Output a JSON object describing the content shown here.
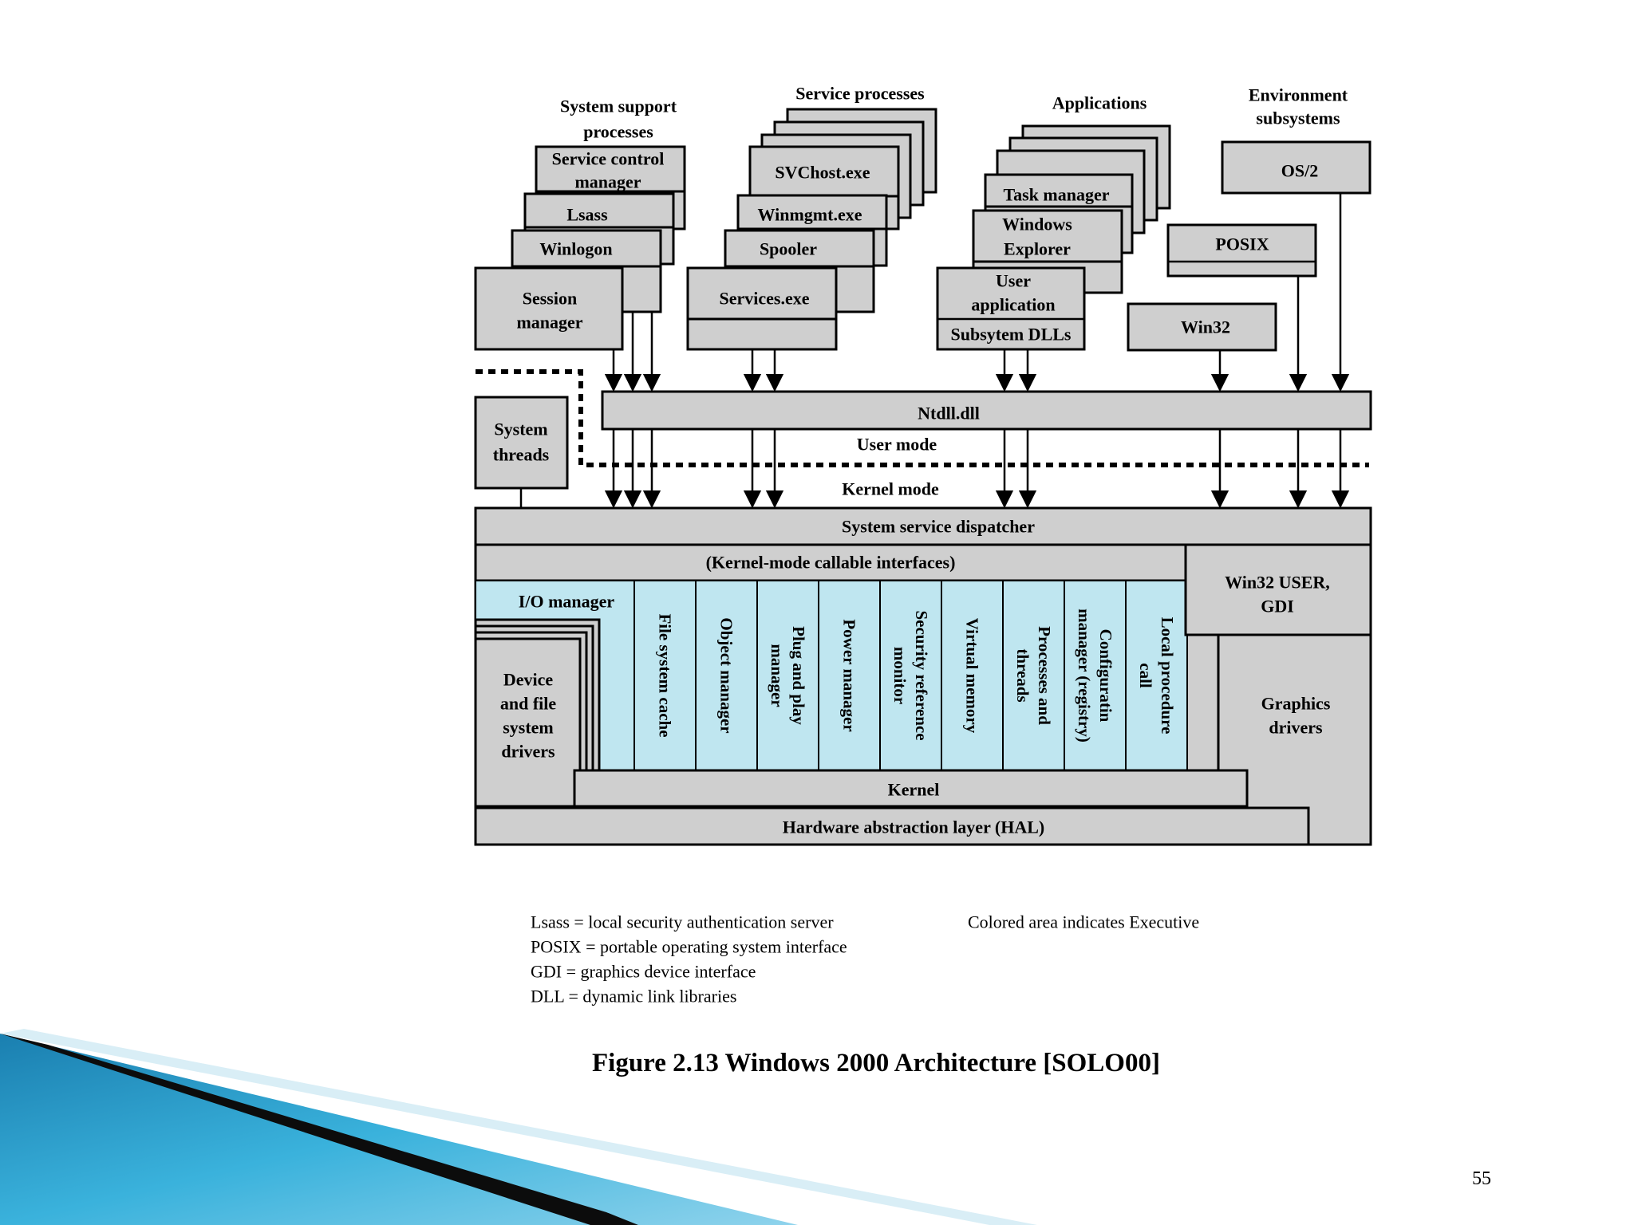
{
  "headers": {
    "system_support": [
      "System support",
      "processes"
    ],
    "service_processes": "Service processes",
    "applications": "Applications",
    "environment": [
      "Environment",
      "subsystems"
    ]
  },
  "system_support": {
    "scm": [
      "Service control",
      "manager"
    ],
    "lsass": "Lsass",
    "winlogon": "Winlogon",
    "session": [
      "Session",
      "manager"
    ]
  },
  "services": {
    "svchost": "SVChost.exe",
    "winmgmt": "Winmgmt.exe",
    "spooler": "Spooler",
    "services_exe": "Services.exe"
  },
  "applications": {
    "task_manager": "Task manager",
    "explorer": [
      "Windows",
      "Explorer"
    ],
    "user_app": [
      "User",
      "application"
    ],
    "subsys_dlls": "Subsytem DLLs"
  },
  "environment": {
    "os2": "OS/2",
    "posix": "POSIX",
    "win32": "Win32"
  },
  "system_threads": [
    "System",
    "threads"
  ],
  "ntdll": "Ntdll.dll",
  "user_mode": "User mode",
  "kernel_mode": "Kernel mode",
  "dispatcher": "System service dispatcher",
  "kernel_callable": "(Kernel-mode callable interfaces)",
  "io_manager": "I/O manager",
  "device_drivers": [
    "Device",
    "and file",
    "system",
    "drivers"
  ],
  "executive": [
    [
      "File system cache"
    ],
    [
      "Object manager"
    ],
    [
      "Plug and play",
      "manager"
    ],
    [
      "Power manager"
    ],
    [
      "Security reference",
      "monitor"
    ],
    [
      "Virtual memory"
    ],
    [
      "Processes and",
      "threads"
    ],
    [
      "Configuratin",
      "manager (registry)"
    ],
    [
      "Local procedure",
      "call"
    ]
  ],
  "win32_user": [
    "Win32 USER,",
    "GDI"
  ],
  "graphics_drivers": [
    "Graphics",
    "drivers"
  ],
  "kernel": "Kernel",
  "hal": "Hardware abstraction layer (HAL)",
  "legend": {
    "lsass": "Lsass = local security authentication server",
    "posix": "POSIX = portable operating system interface",
    "gdi": "GDI = graphics device interface",
    "dll": "DLL = dynamic link libraries",
    "colored": "Colored area indicates Executive"
  },
  "caption": "Figure 2.13  Windows 2000 Architecture [SOLO00]",
  "page_number": "55",
  "colors": {
    "executive": "#bfe6f0",
    "box": "#cfcfcf",
    "accent_blue": "#2a9fcf"
  }
}
